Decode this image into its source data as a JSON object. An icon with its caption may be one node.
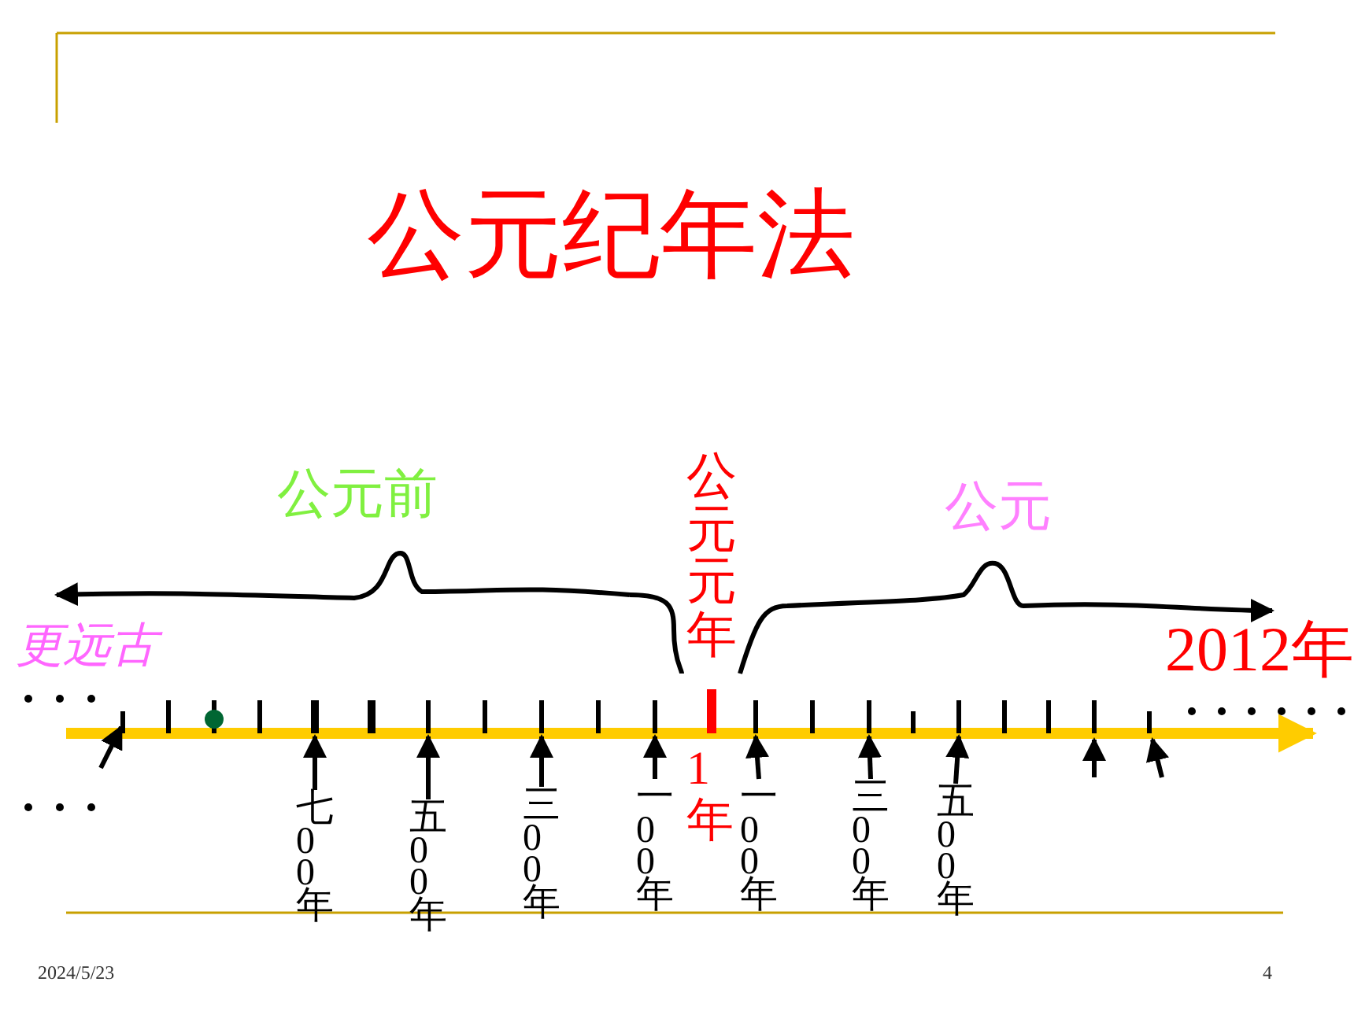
{
  "diagram": {
    "title": "公元纪年法",
    "nodes": [
      {
        "text": [
          "七00年"
        ]
      },
      {
        "text": [
          "五00年"
        ]
      },
      {
        "text": [
          "三00年"
        ]
      },
      {
        "text": [
          "一00年"
        ]
      },
      {
        "text": [
          "一00年"
        ]
      },
      {
        "text": [
          "三00年"
        ]
      },
      {
        "text": [
          "五00年"
        ]
      }
    ],
    "edges": [
      {
        "from": 0,
        "to": null,
        "arrow": "to"
      },
      {
        "from": 1,
        "to": null,
        "arrow": "to"
      },
      {
        "from": 2,
        "to": null,
        "arrow": "to"
      },
      {
        "from": 3,
        "to": null,
        "arrow": "to"
      },
      {
        "from": 4,
        "to": null,
        "arrow": "to"
      },
      {
        "from": 5,
        "to": null,
        "arrow": "to"
      },
      {
        "from": 6,
        "to": null,
        "arrow": "to"
      }
    ],
    "labels": [
      "公元元年",
      "公元前",
      "公元",
      "更远古",
      "2012年",
      "1年",
      "2024/5/23",
      "4"
    ]
  }
}
